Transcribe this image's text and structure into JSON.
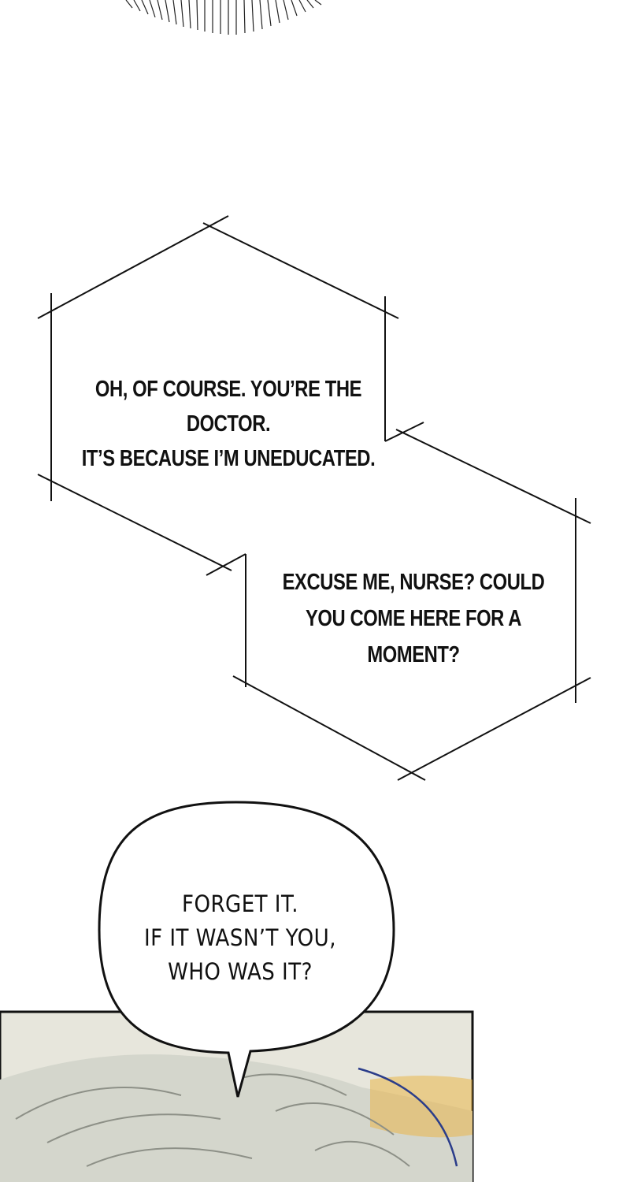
{
  "bubbles": {
    "hex1": {
      "lines": [
        "OH, OF COURSE. YOU’RE THE DOCTOR.",
        "IT’S BECAUSE I’M UNEDUCATED."
      ]
    },
    "hex2": {
      "lines": [
        "EXCUSE ME, NURSE? COULD",
        "YOU COME HERE FOR A MOMENT?"
      ]
    },
    "round": {
      "lines": [
        "FORGET IT.",
        "IF IT WASN’T YOU,",
        "WHO WAS IT?"
      ]
    }
  },
  "colors": {
    "ink": "#111111",
    "panel_bg": "#e7e6dc",
    "hair": "#c9cbc3",
    "accent_yellow": "#e9b64a",
    "accent_blue": "#2b3d8a"
  }
}
